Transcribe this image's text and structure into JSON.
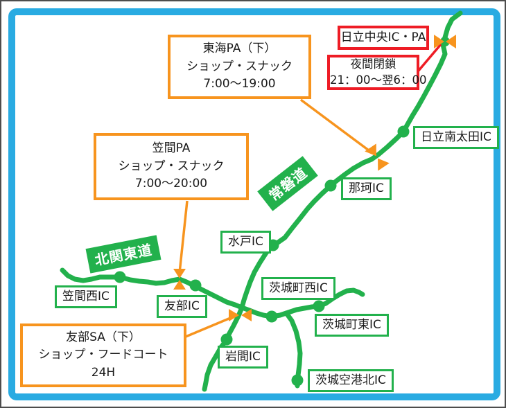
{
  "colors": {
    "road_green": "#22B14C",
    "facility_orange": "#F7941E",
    "alert_red": "#EE1C25",
    "frame_blue": "#29ABE2"
  },
  "road_badges": {
    "joban": "常磐道",
    "kitakanto": "北関東道"
  },
  "ic_labels": [
    {
      "name": "日立南太田IC"
    },
    {
      "name": "那珂IC"
    },
    {
      "name": "水戸IC"
    },
    {
      "name": "茨城町西IC"
    },
    {
      "name": "茨城町東IC"
    },
    {
      "name": "岩間IC"
    },
    {
      "name": "茨城空港北IC"
    },
    {
      "name": "笠間西IC"
    },
    {
      "name": "友部IC"
    }
  ],
  "facility_boxes": [
    {
      "title": "東海PA（下）",
      "service": "ショップ・スナック",
      "hours": "7:00～19:00"
    },
    {
      "title": "笠間PA",
      "service": "ショップ・スナック",
      "hours": "7:00～20:00"
    },
    {
      "title": "友部SA（下）",
      "service": "ショップ・フードコート",
      "hours": "24H"
    }
  ],
  "alerts": {
    "facility": "日立中央IC・PA",
    "closure_title": "夜間閉鎖",
    "closure_hours": "21：00～翌6：00"
  }
}
